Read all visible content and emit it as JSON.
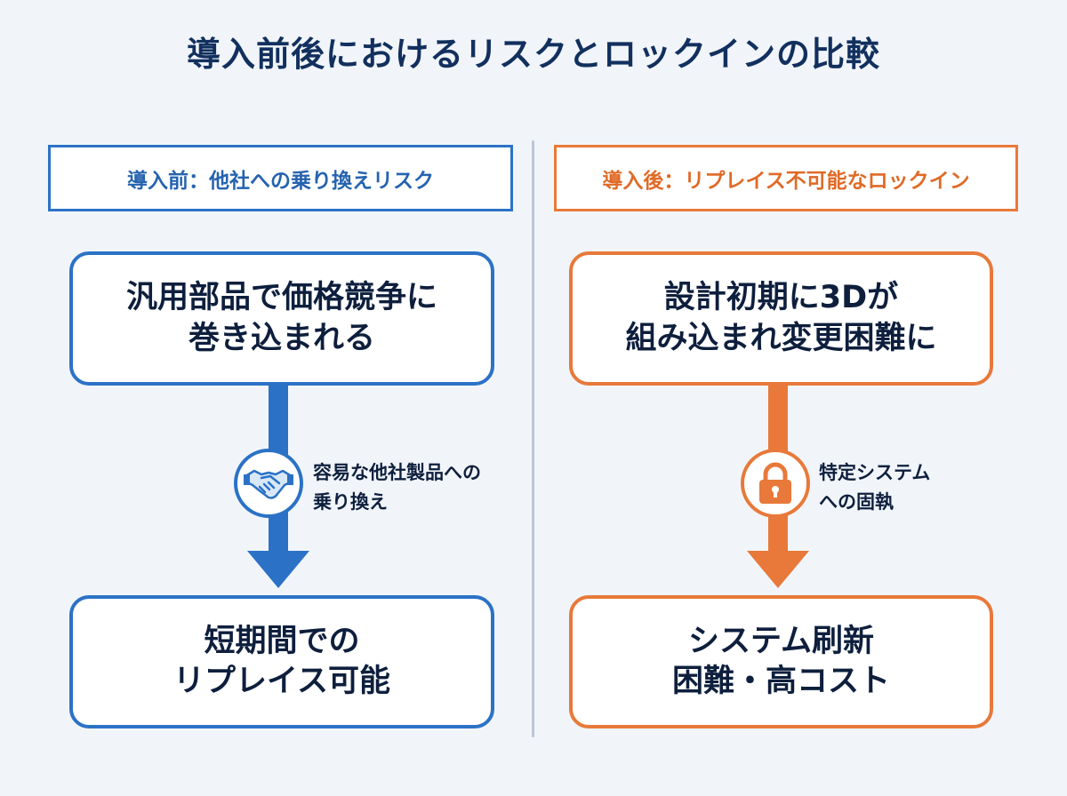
{
  "title": "導入前後におけるリスクとロックインの比較",
  "colors": {
    "blue": "#2b72c6",
    "orange": "#e8793a",
    "background": "#f1f5fa"
  },
  "left": {
    "header": "導入前：他社への乗り換えリスク",
    "top_box": "汎用部品で価格競争に\n巻き込まれる",
    "icon": "handshake-icon",
    "annotation": "容易な他社製品への\n乗り換え",
    "bottom_box": "短期間での\nリプレイス可能"
  },
  "right": {
    "header": "導入後：リプレイス不可能なロックイン",
    "top_box": "設計初期に3Dが\n組み込まれ変更困難に",
    "icon": "lock-icon",
    "annotation": "特定システム\nへの固執",
    "bottom_box": "システム刷新\n困難・高コスト"
  }
}
